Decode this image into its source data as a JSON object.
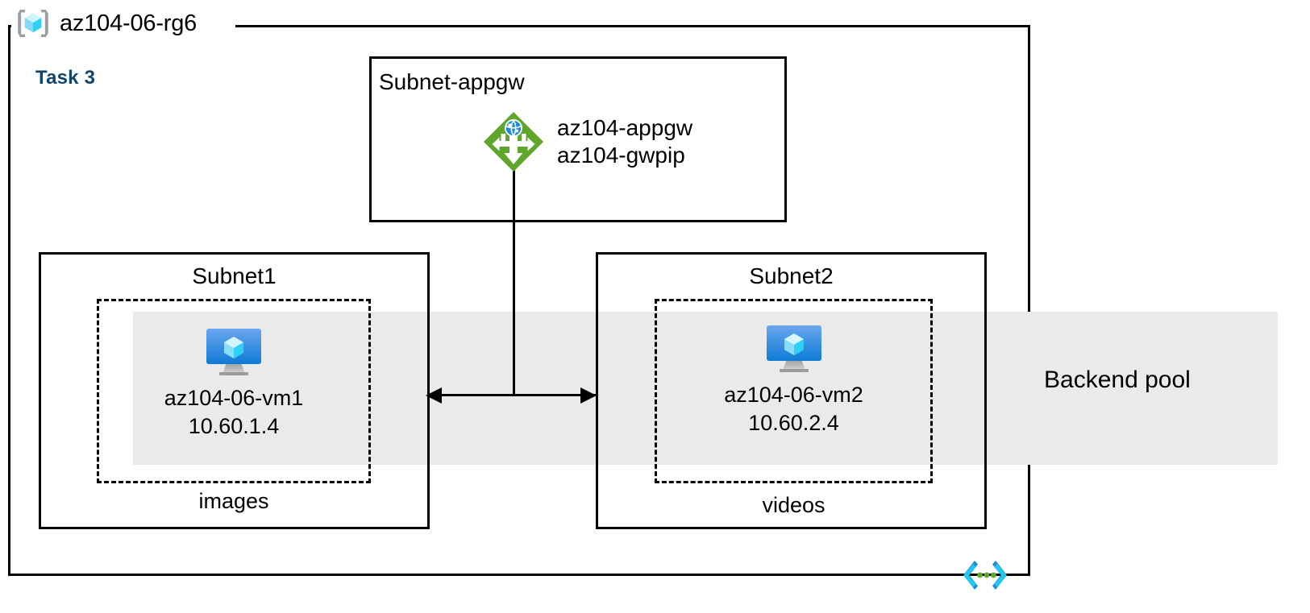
{
  "diagram": {
    "resource_group": {
      "name": "az104-06-rg6",
      "icon": "resource-group-cube-icon"
    },
    "task_label": "Task 3",
    "accent_color": "#12456b",
    "band": {
      "label": "Backend pool",
      "color": "#eaeaea"
    },
    "subnets": [
      {
        "id": "subnet-appgw",
        "title": "Subnet-appgw",
        "node": {
          "icon": "application-gateway-icon",
          "lines": [
            "az104-appgw",
            "az104-gwpip"
          ],
          "icon_color": "#5fa72b"
        }
      },
      {
        "id": "subnet1",
        "title": "Subnet1",
        "caption": "images",
        "vm": {
          "icon": "virtual-machine-icon",
          "name": "az104-06-vm1",
          "ip": "10.60.1.4"
        }
      },
      {
        "id": "subnet2",
        "title": "Subnet2",
        "caption": "videos",
        "vm": {
          "icon": "virtual-machine-icon",
          "name": "az104-06-vm2",
          "ip": "10.60.2.4"
        }
      }
    ],
    "watermark": {
      "icon": "code-brackets-icon",
      "bracket_color": "#23b0e6",
      "dot_color": "#5fa72b"
    }
  }
}
